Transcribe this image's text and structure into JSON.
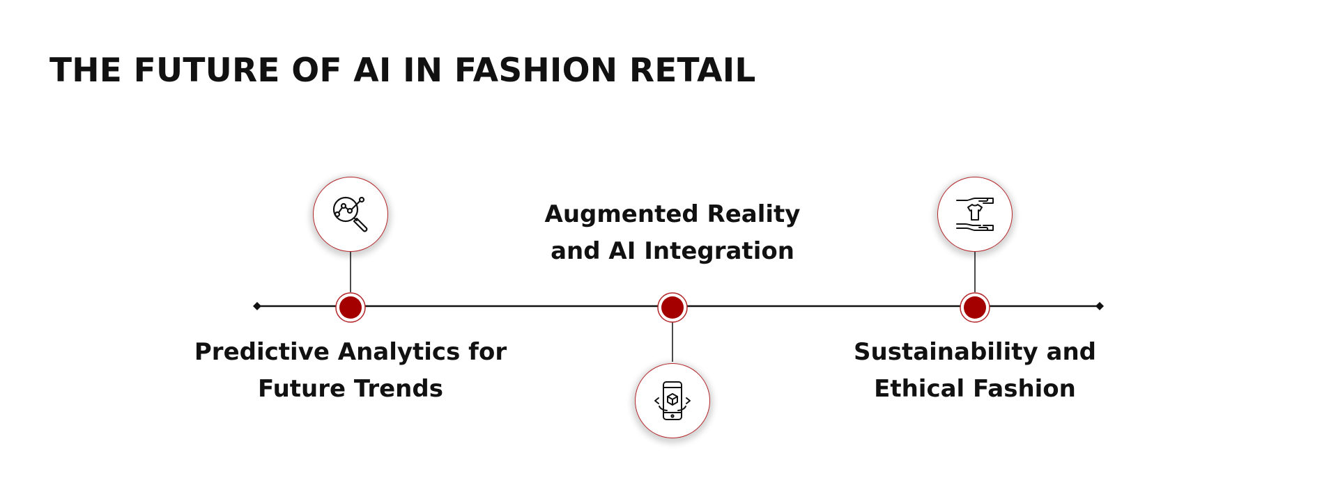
{
  "title": "THE FUTURE OF AI IN FASHION RETAIL",
  "colors": {
    "accent": "#a50000",
    "accent_ring": "#b3262a",
    "line": "#111111",
    "text": "#111111",
    "background": "#ffffff"
  },
  "milestones": [
    {
      "label_line1": "Predictive Analytics for",
      "label_line2": "Future Trends",
      "icon": "magnifier-analytics-icon",
      "icon_position": "above",
      "label_position": "below"
    },
    {
      "label_line1": "Augmented Reality",
      "label_line2": "and AI Integration",
      "icon": "smartphone-ar-cube-icon",
      "icon_position": "below",
      "label_position": "above"
    },
    {
      "label_line1": "Sustainability and",
      "label_line2": "Ethical Fashion",
      "icon": "hands-tshirt-icon",
      "icon_position": "above",
      "label_position": "below"
    }
  ]
}
